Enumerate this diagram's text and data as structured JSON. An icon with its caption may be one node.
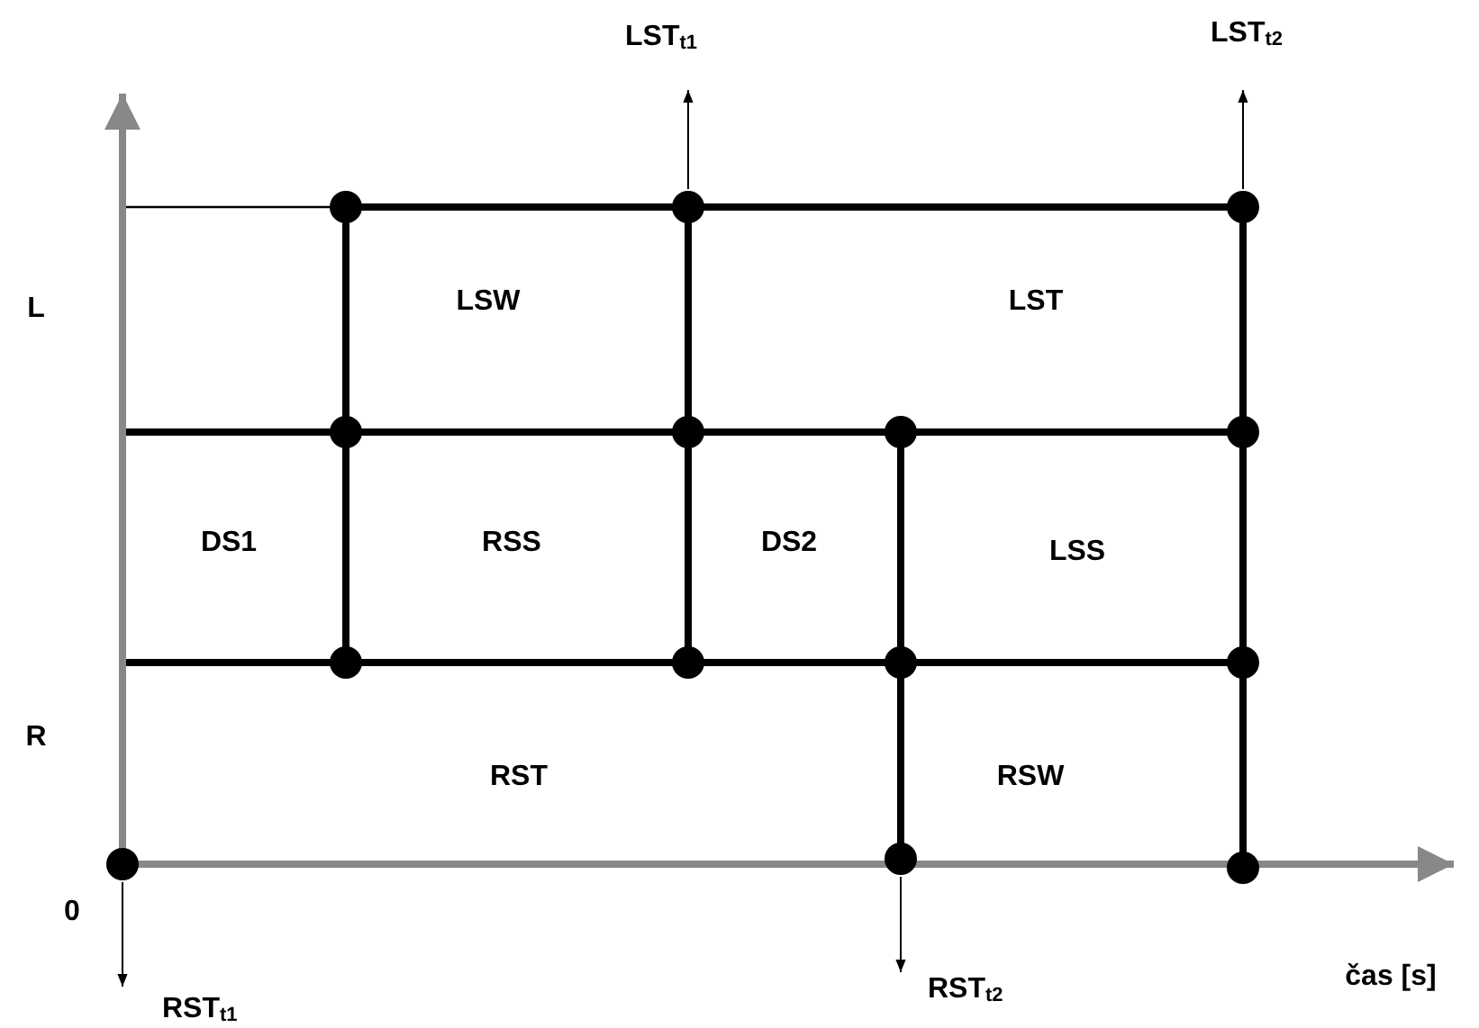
{
  "diagram": {
    "nodes": [
      {
        "text": [
          "LST$_{t1}$"
        ]
      },
      {
        "text": [
          "LST$_{t2}$"
        ]
      },
      {
        "text": [
          "RST$_{t1}$"
        ]
      },
      {
        "text": [
          "RST$_{t2}$"
        ]
      },
      {
        "text": [],
        "shape": "circle"
      },
      {
        "text": [],
        "shape": "circle"
      },
      {
        "text": [],
        "shape": "circle"
      },
      {
        "text": [],
        "shape": "circle"
      },
      {
        "text": [],
        "shape": "circle"
      },
      {
        "text": [],
        "shape": "circle"
      },
      {
        "text": [],
        "shape": "circle"
      },
      {
        "text": [],
        "shape": "circle"
      },
      {
        "text": [],
        "shape": "circle"
      },
      {
        "text": [],
        "shape": "circle"
      },
      {
        "text": [],
        "shape": "circle"
      },
      {
        "text": [],
        "shape": "circle"
      },
      {
        "text": [],
        "shape": "circle"
      },
      {
        "text": [],
        "shape": "circle"
      }
    ],
    "edges": [
      {
        "from": 5,
        "to": 0,
        "arrow": "to"
      },
      {
        "from": 6,
        "to": 1,
        "arrow": "to"
      },
      {
        "from": 16,
        "to": 2,
        "arrow": "to"
      },
      {
        "from": 15,
        "to": 3,
        "arrow": "to"
      }
    ],
    "labels": [
      "L",
      "LSW",
      "LST",
      "DS1",
      "RSS",
      "DS2",
      "LSS",
      "R",
      "RST",
      "RSW",
      "0",
      "čas [s]"
    ]
  }
}
